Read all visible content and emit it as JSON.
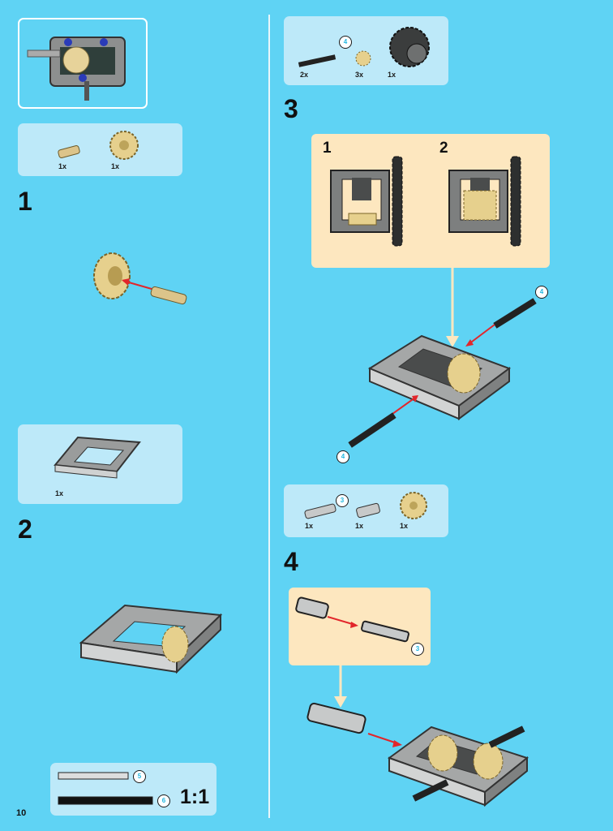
{
  "page": {
    "number": "10"
  },
  "colors": {
    "background": "#5fd3f4",
    "panel": "#bde9f9",
    "callout": "#fde7bf",
    "arrow": "#e2262b"
  },
  "left": {
    "step1": {
      "number": "1",
      "parts": [
        {
          "qty": "1x",
          "icon": "axle-pin-icon"
        },
        {
          "qty": "1x",
          "icon": "gear-icon"
        }
      ]
    },
    "step2": {
      "number": "2",
      "parts": [
        {
          "qty": "1x",
          "icon": "frame-icon"
        }
      ]
    },
    "scale": {
      "ratio": "1:1",
      "bubble_a": "5",
      "bubble_b": "6"
    }
  },
  "right": {
    "parts_top": [
      {
        "qty": "2x",
        "icon": "axle-icon",
        "bubble": "4"
      },
      {
        "qty": "3x",
        "icon": "small-gear-icon"
      },
      {
        "qty": "1x",
        "icon": "differential-icon"
      }
    ],
    "step3": {
      "number": "3",
      "sub1": "1",
      "sub2": "2",
      "axle_bubble_top": "4",
      "axle_bubble_bottom": "4"
    },
    "parts_step4": [
      {
        "qty": "1x",
        "icon": "axle-icon",
        "bubble": "3"
      },
      {
        "qty": "1x",
        "icon": "connector-icon"
      },
      {
        "qty": "1x",
        "icon": "gear-icon"
      }
    ],
    "step4": {
      "number": "4",
      "callout_bubble": "3"
    }
  }
}
